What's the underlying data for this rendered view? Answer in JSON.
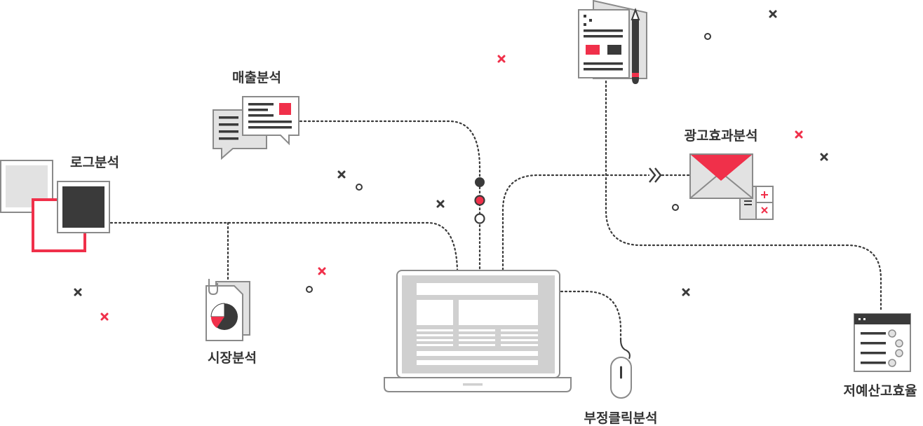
{
  "labels": {
    "log_analysis": "로그분석",
    "sales_analysis": "매출분석",
    "market_analysis": "시장분석",
    "ad_effect_analysis": "광고효과분석",
    "fraud_click_analysis": "부정클릭분석",
    "low_cost_efficiency": "저예산고효율"
  },
  "colors": {
    "accent": "#f0304a",
    "dark": "#3a3a3a",
    "light_gray": "#e2e2e2",
    "mid_gray": "#d0d0d0",
    "outline": "#8a8a8a"
  },
  "icons": {
    "log": "stacked-squares-icon",
    "sales": "chat-bubbles-icon",
    "market": "pie-chart-document-icon",
    "report": "document-pen-icon",
    "ad": "envelope-calculator-icon",
    "fraud": "mouse-icon",
    "efficiency": "checklist-window-icon",
    "center": "laptop-icon"
  }
}
